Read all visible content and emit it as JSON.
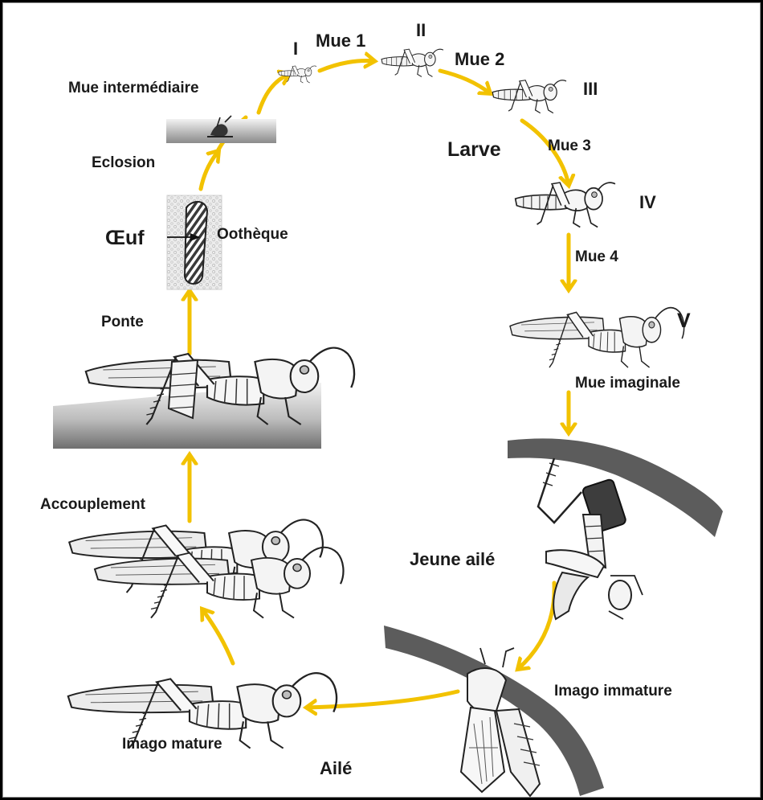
{
  "colors": {
    "arrow": "#F2C200",
    "ground_dark": "#7a7a7a",
    "ground_light": "#efefef",
    "branch": "#5c5c5c",
    "ink": "#1a1a1a"
  },
  "labels": {
    "mue_1": "Mue 1",
    "mue_2": "Mue 2",
    "mue_3": "Mue 3",
    "mue_4": "Mue 4",
    "stage_1": "I",
    "stage_2": "II",
    "stage_3": "III",
    "stage_4": "IV",
    "stage_5": "V",
    "mue_intermediaire": "Mue intermédiaire",
    "eclosion": "Eclosion",
    "oeuf": "Œuf",
    "ootheque": "Oothèque",
    "larve": "Larve",
    "ponte": "Ponte",
    "mue_imaginale": "Mue imaginale",
    "accouplement": "Accouplement",
    "jeune_aile": "Jeune ailé",
    "imago_immature": "Imago immature",
    "imago_mature": "Imago mature",
    "aile": "Ailé"
  },
  "icons": [
    "locust-larva-stage-1",
    "locust-larva-stage-2",
    "locust-larva-stage-3",
    "locust-larva-stage-4",
    "locust-larva-stage-5",
    "hatching-larva",
    "egg-pod",
    "egg-laying-locust",
    "mating-locusts",
    "moulting-young-winged-locust",
    "immature-imago-on-branch",
    "mature-imago"
  ]
}
